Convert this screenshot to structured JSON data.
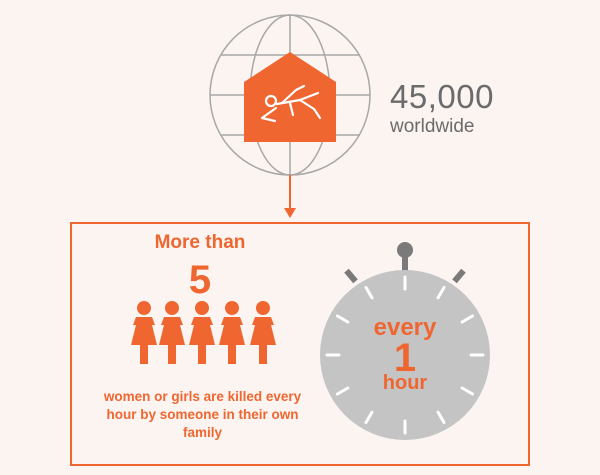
{
  "header": {
    "stat_value": "45,000",
    "stat_caption": "worldwide"
  },
  "panel": {
    "more_than": "More than",
    "count": "5",
    "description": "women or girls are killed every hour by someone in their own family"
  },
  "timer": {
    "every": "every",
    "number": "1",
    "unit": "hour"
  },
  "icons": [
    "globe-icon",
    "house-icon",
    "body-outline-icon",
    "down-arrow-icon",
    "woman-figure-icon",
    "stopwatch-icon"
  ],
  "colors": {
    "accent": "#ef6630",
    "gray": "#6b6b6b",
    "clock_face": "#c4c4c4",
    "background": "#fbf4f1"
  }
}
